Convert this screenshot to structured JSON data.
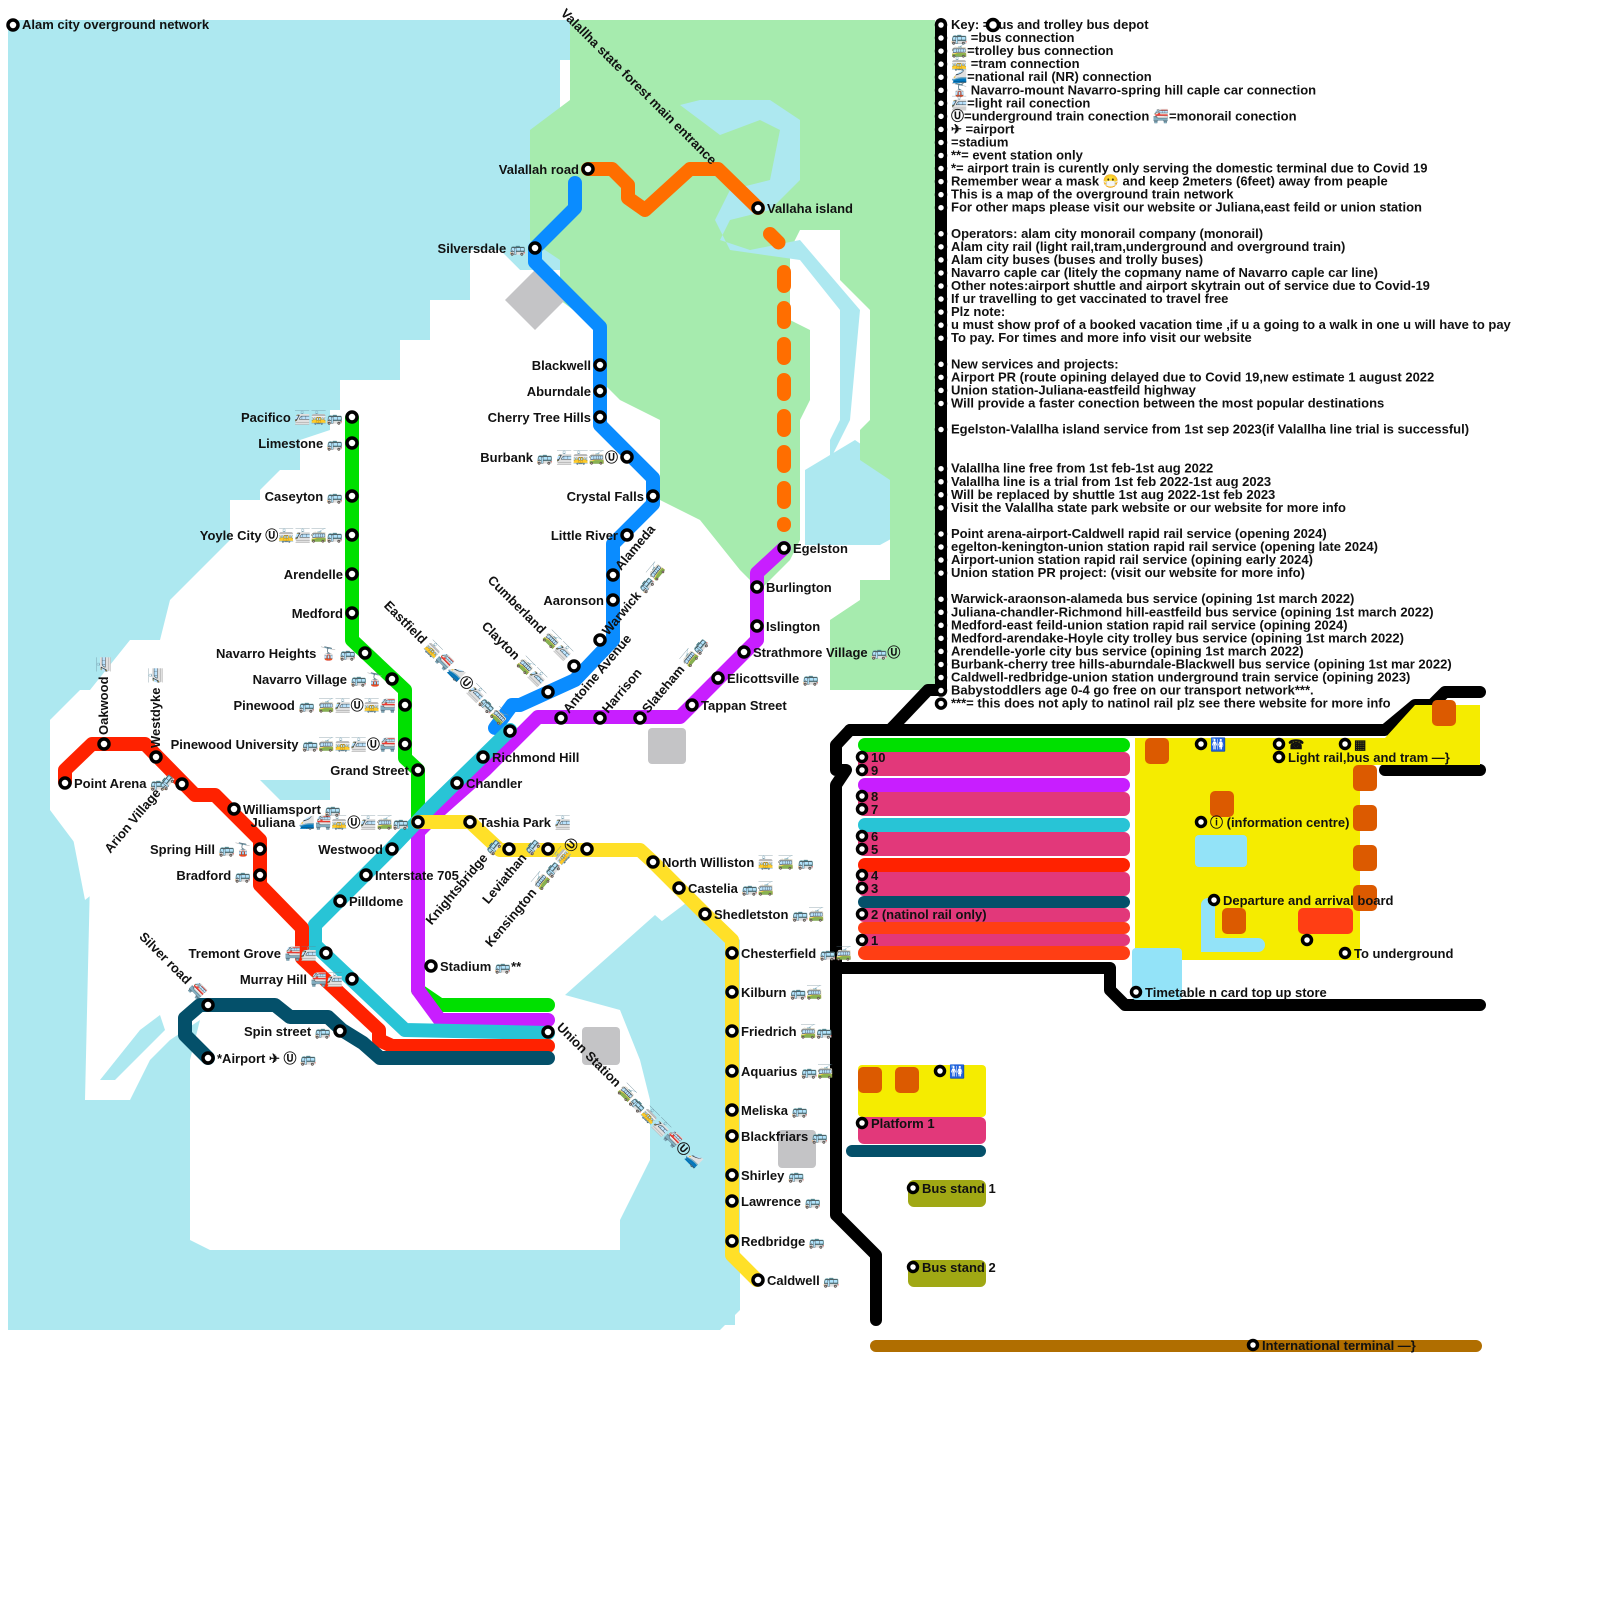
{
  "title": "Alam city overground network",
  "colors": {
    "water": "#ADE8F0",
    "park": "#A6EBAE",
    "green_line": "#00E000",
    "blue_line": "#0A8CFF",
    "orange_line": "#FF6E00",
    "purple_line": "#C81EFF",
    "cyan_line": "#28C4D6",
    "red_line": "#FF2200",
    "navy_line": "#04506A",
    "yellow_line": "#FFE028",
    "platform_pink": "#E2387A",
    "concourse_yellow": "#F5EC00",
    "shop_orange": "#DC5A00",
    "bus_stand_olive": "#A0A814",
    "intl_brown": "#B06E00",
    "building_grey": "#C4C4C6"
  },
  "icon_legend": {
    "bus": "🚌",
    "trolley": "🚎",
    "tram": "🚋",
    "national_rail": "🚄",
    "cable_car": "🚡",
    "light_rail": "🚈",
    "underground": "Ⓤ",
    "monorail": "🚝",
    "airport": "✈",
    "mask": "😷"
  },
  "park_label": "Valallha state forest main entrance",
  "stations": {
    "valallah_road": {
      "name": "Valallah road",
      "icons": ""
    },
    "vallaha_island": {
      "name": "Vallaha island",
      "icons": ""
    },
    "silversdale": {
      "name": "Silversdale",
      "icons": "🚌"
    },
    "blackwell": {
      "name": "Blackwell",
      "icons": ""
    },
    "aburndale": {
      "name": "Aburndale",
      "icons": ""
    },
    "cherry_tree_hills": {
      "name": "Cherry Tree Hills",
      "icons": ""
    },
    "burbank": {
      "name": "Burbank",
      "icons": "🚌 🚈🚋🚎Ⓤ"
    },
    "crystal_falls": {
      "name": "Crystal Falls",
      "icons": ""
    },
    "little_river": {
      "name": "Little River",
      "icons": ""
    },
    "alameda": {
      "name": "Alameda",
      "icons": ""
    },
    "aaronson": {
      "name": "Aaronson",
      "icons": ""
    },
    "warwick": {
      "name": "Warwick",
      "icons": "🚌🚎"
    },
    "cumberland": {
      "name": "Cumberland",
      "icons": "🚎🚈"
    },
    "clayton": {
      "name": "Clayton",
      "icons": "🚎🚈"
    },
    "eastfield": {
      "name": "Eastfield",
      "icons": "🚋🚝🚄Ⓤ🚈🚌🚎"
    },
    "antoine_avenue": {
      "name": "Antoine Avenue",
      "icons": ""
    },
    "harrison": {
      "name": "Harrison",
      "icons": ""
    },
    "slateham": {
      "name": "Slateham",
      "icons": "🚎🚌"
    },
    "tappan_street": {
      "name": "Tappan Street",
      "icons": ""
    },
    "elicottsville": {
      "name": "Elicottsville",
      "icons": "🚌"
    },
    "strathmore_village": {
      "name": "Strathmore Village",
      "icons": "🚌Ⓤ"
    },
    "islington": {
      "name": "Islington",
      "icons": ""
    },
    "burlington": {
      "name": "Burlington",
      "icons": ""
    },
    "egelston": {
      "name": "Egelston",
      "icons": ""
    },
    "pacifico": {
      "name": "Pacifico",
      "icons": "🚈🚋🚌"
    },
    "limestone": {
      "name": "Limestone",
      "icons": "🚌"
    },
    "caseyton": {
      "name": "Caseyton",
      "icons": "🚌"
    },
    "yoyle_city": {
      "name": "Yoyle City",
      "icons": "Ⓤ🚋🚈🚎🚌"
    },
    "arendelle": {
      "name": "Arendelle",
      "icons": ""
    },
    "medford": {
      "name": "Medford",
      "icons": ""
    },
    "navarro_heights": {
      "name": "Navarro Heights",
      "icons": "🚡 🚌"
    },
    "navarro_village": {
      "name": "Navarro Village",
      "icons": "🚌🚡"
    },
    "pinewood": {
      "name": "Pinewood",
      "icons": "🚌 🚎🚈Ⓤ🚋🚝"
    },
    "pinewood_university": {
      "name": "Pinewood University",
      "icons": "🚌🚎🚋🚈Ⓤ🚝"
    },
    "grand_street": {
      "name": "Grand Street",
      "icons": ""
    },
    "richmond_hill": {
      "name": "Richmond Hill",
      "icons": ""
    },
    "chandler": {
      "name": "Chandler",
      "icons": ""
    },
    "juliana": {
      "name": "Juliana",
      "icons": "🚄🚝🚋Ⓤ🚈🚎🚌"
    },
    "williamsport": {
      "name": "Williamsport",
      "icons": "🚌"
    },
    "oakwood": {
      "name": "Oakwood",
      "icons": "🚈"
    },
    "westdyke": {
      "name": "Westdyke",
      "icons": "🚈"
    },
    "point_arena": {
      "name": "Point Arena",
      "icons": "🚌"
    },
    "arion_village": {
      "name": "Arion Village",
      "icons": "🚌"
    },
    "spring_hill": {
      "name": "Spring Hill",
      "icons": "🚌🚡"
    },
    "bradford": {
      "name": "Bradford",
      "icons": "🚌"
    },
    "westwood": {
      "name": "Westwood",
      "icons": ""
    },
    "interstate_705": {
      "name": "Interstate 705",
      "icons": ""
    },
    "pilldome": {
      "name": "Pilldome",
      "icons": ""
    },
    "tremont_grove": {
      "name": "Tremont Grove",
      "icons": "🚝🚈"
    },
    "murray_hill": {
      "name": "Murray Hill",
      "icons": "🚝🚈"
    },
    "silver_road": {
      "name": "Silver road",
      "icons": "🚝"
    },
    "spin_street": {
      "name": "Spin street",
      "icons": "🚌"
    },
    "airport": {
      "name": "*Airport",
      "icons": "✈ Ⓤ 🚌"
    },
    "stadium": {
      "name": "Stadium",
      "icons": "🚌**"
    },
    "union_station": {
      "name": "Union Station",
      "icons": "🚎🚌🚋🚈🚝Ⓤ🚄"
    },
    "tashia_park": {
      "name": "Tashia Park",
      "icons": "🚈"
    },
    "knightsbridge": {
      "name": "Knightsbridge",
      "icons": "🚌"
    },
    "leviathan": {
      "name": "Leviathan",
      "icons": "🚌"
    },
    "kensington": {
      "name": "Kensington",
      "icons": "🚎🚌🚋Ⓤ"
    },
    "north_williston": {
      "name": "North Williston",
      "icons": "🚋 🚎  🚌"
    },
    "castelia": {
      "name": "Castelia",
      "icons": "🚌🚎"
    },
    "shedletston": {
      "name": "Shedletston",
      "icons": "🚌🚎"
    },
    "chesterfield": {
      "name": "Chesterfield",
      "icons": "🚌🚎"
    },
    "kilburn": {
      "name": "Kilburn",
      "icons": "🚌🚎"
    },
    "friedrich": {
      "name": "Friedrich",
      "icons": "🚎🚌"
    },
    "aquarius": {
      "name": "Aquarius",
      "icons": "🚌🚎"
    },
    "meliska": {
      "name": "Meliska",
      "icons": "🚌"
    },
    "blackfriars": {
      "name": "Blackfriars",
      "icons": "🚌"
    },
    "shirley": {
      "name": "Shirley",
      "icons": "🚌"
    },
    "lawrence": {
      "name": "Lawrence",
      "icons": "🚌"
    },
    "redbridge": {
      "name": "Redbridge",
      "icons": "🚌"
    },
    "caldwell": {
      "name": "Caldwell",
      "icons": "🚌"
    }
  },
  "notes": [
    "Key:      =bus and trolley bus depot",
    "🚌 =bus connection",
    "🚎=trolley bus connection",
    "🚋 =tram connection",
    "🚄=national rail (NR) connection",
    "🚡 Navarro-mount Navarro-spring hill caple car connection",
    "🚈=light rail conection",
    "Ⓤ=underground train conection 🚝=monorail conection",
    "✈ =airport",
    "   =stadium",
    "**= event station only",
    "*= airport train is curently only serving the domestic terminal due to Covid 19",
    "Remember wear a mask 😷 and keep 2meters (6feet) away from peaple",
    "This is a map of the overground train network",
    "For other maps please visit our website or Juliana,east feild or union station",
    "",
    "Operators: alam city monorail company (monorail)",
    "Alam city rail (light rail,tram,underground and overground train)",
    "Alam city buses (buses and trolly buses)",
    "Navarro caple car (litely the copmany name of Navarro caple car line)",
    "Other notes:airport shuttle and airport skytrain out of service due to Covid-19",
    "If ur travelling to get vaccinated to travel free",
    "Plz note:",
    "u must show prof of a booked vacation time ,if u a going to a walk in one u will have to pay",
    "To pay. For times and more info visit our website",
    "",
    "New services and projects:",
    "Airport PR (route opining delayed due to Covid 19,new estimate 1 august 2022",
    "Union station-Juliana-eastfeild highway",
    "Will provide a faster conection between the most popular destinations",
    "",
    "Egelston-Valallha island service from 1st sep 2023(if Valallha line trial is successful)",
    "",
    "",
    "Valallha line free from 1st feb-1st aug 2022",
    "Valallha line is a trial from 1st feb 2022-1st aug 2023",
    "Will be replaced by shuttle 1st aug 2022-1st feb 2023",
    "Visit the Valallha state park website or our website for more info",
    "",
    "Point arena-airport-Caldwell rapid rail service (opening 2024)",
    "egelton-kenington-union station rapid rail service (opening late 2024)",
    "Airport-union station rapid rail service (opining early 2024)",
    "Union station PR project: (visit our website for more info)",
    "",
    "Warwick-araonson-alameda bus service (opining 1st march 2022)",
    "Juliana-chandler-Richmond hill-eastfeild bus service (opining 1st march 2022)",
    "Medford-east feild-union station rapid rail service (opining 2024)",
    "Medford-arendake-Hoyle city trolley bus service (opining 1st march 2022)",
    "Arendelle-yorle city bus service (opining 1st march 2022)",
    "Burbank-cherry tree hills-aburndale-Blackwell bus service (opining 1st mar 2022)",
    "Caldwell-redbridge-union station underground train service (opining 2023)",
    "Babystoddlers age 0-4 go free on our transport network***.",
    "***= this does not aply to natinol rail plz see there website for more info"
  ],
  "station_plan": {
    "platforms": [
      "10",
      "9",
      "8",
      "7",
      "6",
      "5",
      "4",
      "3",
      "2 (natinol rail only)",
      "1"
    ],
    "toilets_icon": "🚻",
    "phone_icon": "☎",
    "ticket_icon": "▦",
    "light_rail_exit": "Light rail,bus and tram —}",
    "info_centre": "ⓘ (information centre)",
    "departure_board": "Departure and arrival board",
    "to_underground": "To underground",
    "timetable_store": "Timetable n card top up store",
    "platform_1": "Platform 1",
    "bus_stand_1": "Bus stand 1",
    "bus_stand_2": "Bus stand 2",
    "international_terminal": "International terminal —}"
  }
}
